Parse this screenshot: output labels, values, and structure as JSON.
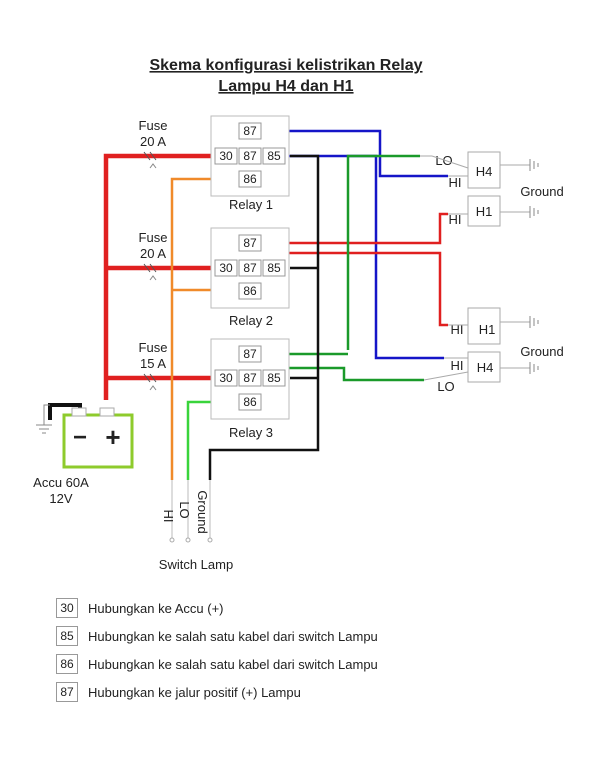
{
  "title": {
    "line1": "Skema konfigurasi kelistrikan Relay",
    "line2": "Lampu H4 dan H1"
  },
  "fuses": [
    {
      "label": "Fuse",
      "rating": "20 A"
    },
    {
      "label": "Fuse",
      "rating": "20 A"
    },
    {
      "label": "Fuse",
      "rating": "15 A"
    }
  ],
  "relays": [
    {
      "name": "Relay 1",
      "pins": [
        "87",
        "30",
        "87",
        "85",
        "86"
      ]
    },
    {
      "name": "Relay 2",
      "pins": [
        "87",
        "30",
        "87",
        "85",
        "86"
      ]
    },
    {
      "name": "Relay 3",
      "pins": [
        "87",
        "30",
        "87",
        "85",
        "86"
      ]
    }
  ],
  "battery": {
    "name": "Accu 60A",
    "voltage": "12V",
    "minus": "−",
    "plus": "+"
  },
  "lamps": {
    "top": {
      "h4": "H4",
      "h1": "H1",
      "lo": "LO",
      "hi1": "HI",
      "hi2": "HI",
      "ground": "Ground"
    },
    "bottom": {
      "h1": "H1",
      "h4": "H4",
      "hi1": "HI",
      "hi2": "HI",
      "lo": "LO",
      "ground": "Ground"
    }
  },
  "switch": {
    "hi": "HI",
    "lo": "LO",
    "ground": "Ground",
    "title": "Switch Lamp"
  },
  "legend": [
    {
      "code": "30",
      "text": "Hubungkan ke Accu (+)"
    },
    {
      "code": "85",
      "text": "Hubungkan ke salah satu kabel dari switch Lampu"
    },
    {
      "code": "86",
      "text": "Hubungkan ke salah satu kabel dari switch Lampu"
    },
    {
      "code": "87",
      "text": "Hubungkan ke jalur positif (+) Lampu"
    }
  ],
  "colors": {
    "red": "#e02020",
    "blue": "#1515c8",
    "green": "#1a9a2a",
    "lightgreen": "#39d43b",
    "orange": "#f08a2a",
    "black": "#111111",
    "battery": "#8ecb2c"
  }
}
